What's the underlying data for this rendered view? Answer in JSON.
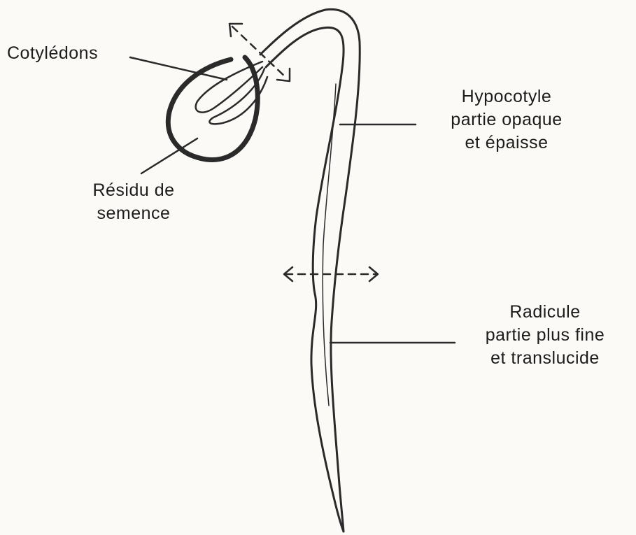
{
  "labels": {
    "cotyledons": "Cotylédons",
    "residu": [
      "Résidu de",
      "semence"
    ],
    "hypocotyle": [
      "Hypocotyle",
      "partie opaque",
      "et épaisse"
    ],
    "radicule": [
      "Radicule",
      "partie plus fine",
      "et translucide"
    ]
  },
  "colors": {
    "ink": "#2a2a2a",
    "background": "#fbfaf7"
  }
}
